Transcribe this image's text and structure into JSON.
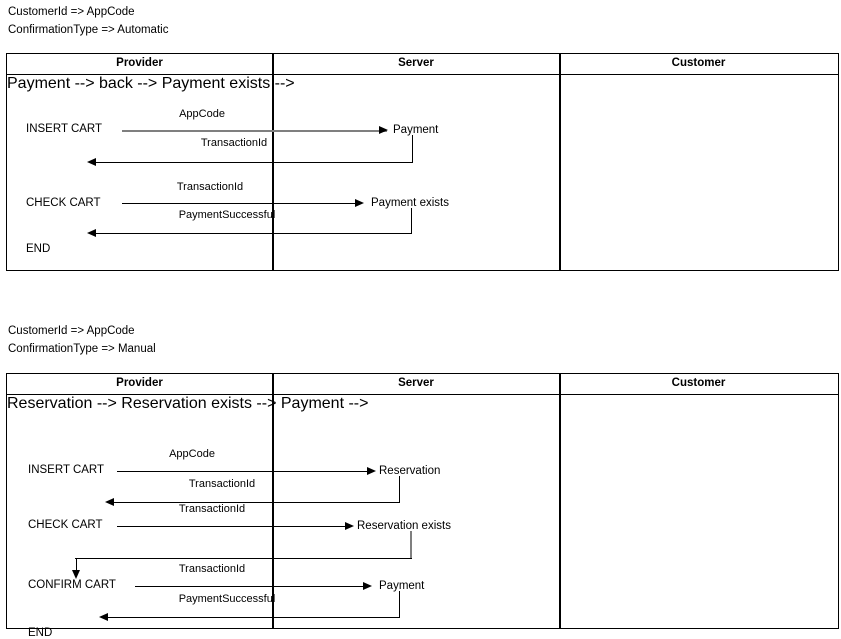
{
  "page": {
    "title": "Payment flow sequence diagrams",
    "background": "#ffffff",
    "line_color_black": "#000000",
    "line_color_gray": "#7f7f7f"
  },
  "columns": [
    {
      "id": "provider",
      "label": "Provider"
    },
    {
      "id": "server",
      "label": "Server"
    },
    {
      "id": "customer",
      "label": "Customer"
    }
  ],
  "scenarios": [
    {
      "id": "automatic",
      "params": [
        "CustomerId => AppCode",
        "ConfirmationType => Automatic"
      ],
      "steps": [
        {
          "actor": "INSERT CART",
          "message": "AppCode",
          "target": "Payment",
          "direction": "right"
        },
        {
          "actor": "",
          "message": "TransactionId",
          "target": "",
          "direction": "left"
        },
        {
          "actor": "CHECK CART",
          "message": "TransactionId",
          "target": "Payment exists",
          "direction": "right"
        },
        {
          "actor": "",
          "message": "PaymentSuccessful",
          "target": "",
          "direction": "left"
        },
        {
          "actor": "END",
          "message": "",
          "target": "",
          "direction": "none"
        }
      ]
    },
    {
      "id": "manual",
      "params": [
        "CustomerId => AppCode",
        "ConfirmationType => Manual"
      ],
      "steps": [
        {
          "actor": "INSERT CART",
          "message": "AppCode",
          "target": "Reservation",
          "direction": "right"
        },
        {
          "actor": "",
          "message": "TransactionId",
          "target": "",
          "direction": "left"
        },
        {
          "actor": "CHECK CART",
          "message": "TransactionId",
          "target": "Reservation exists",
          "direction": "right"
        },
        {
          "actor": "",
          "message": "",
          "target": "",
          "direction": "down"
        },
        {
          "actor": "CONFIRM CART",
          "message": "TransactionId",
          "target": "Payment",
          "direction": "right"
        },
        {
          "actor": "",
          "message": "PaymentSuccessful",
          "target": "",
          "direction": "left"
        },
        {
          "actor": "END",
          "message": "",
          "target": "",
          "direction": "none"
        }
      ]
    }
  ],
  "labels": {
    "d1_param_0": "CustomerId => AppCode",
    "d1_param_1": "ConfirmationType => Automatic",
    "d2_param_0": "CustomerId => AppCode",
    "d2_param_1": "ConfirmationType => Manual",
    "col_provider": "Provider",
    "col_server": "Server",
    "col_customer": "Customer",
    "d1_actor_insert": "INSERT CART",
    "d1_actor_check": "CHECK CART",
    "d1_actor_end": "END",
    "d1_msg_appcode": "AppCode",
    "d1_msg_txid_1": "TransactionId",
    "d1_msg_txid_2": "TransactionId",
    "d1_msg_paysucc": "PaymentSuccessful",
    "d1_node_payment": "Payment",
    "d1_node_payment_exists": "Payment exists",
    "d2_actor_insert": "INSERT CART",
    "d2_actor_check": "CHECK CART",
    "d2_actor_confirm": "CONFIRM CART",
    "d2_actor_end": "END",
    "d2_msg_appcode": "AppCode",
    "d2_msg_txid_1": "TransactionId",
    "d2_msg_txid_2": "TransactionId",
    "d2_msg_txid_3": "TransactionId",
    "d2_msg_paysucc": "PaymentSuccessful",
    "d2_node_reservation": "Reservation",
    "d2_node_reservation_exists": "Reservation exists",
    "d2_node_payment": "Payment"
  }
}
